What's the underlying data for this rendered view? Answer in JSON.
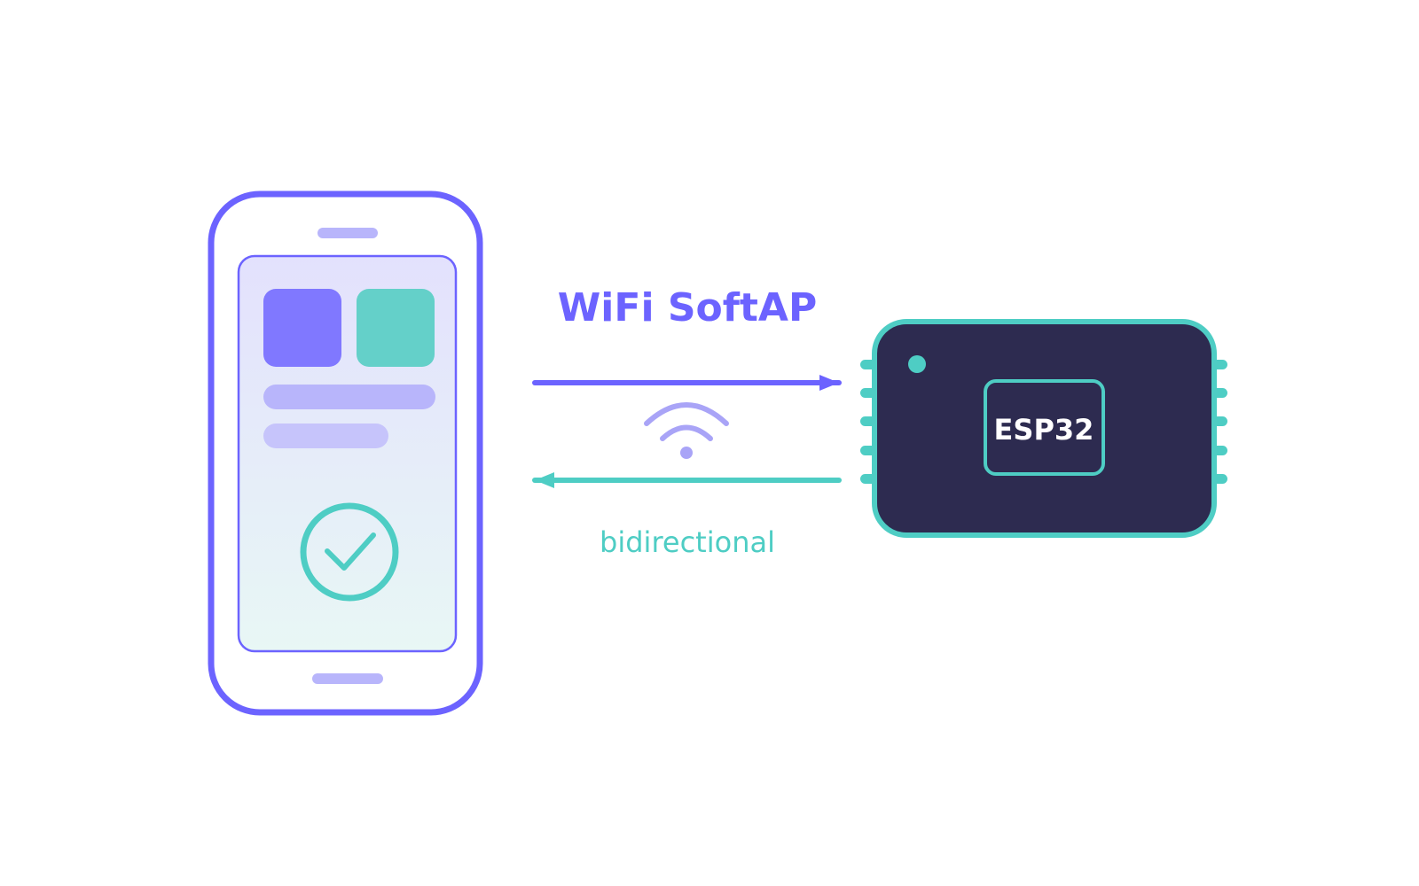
{
  "link": {
    "title": "WiFi SoftAP",
    "subtitle": "bidirectional"
  },
  "device": {
    "chip_label": "ESP32"
  },
  "icons": {
    "phone": "smartphone-icon",
    "wifi": "wifi-icon",
    "check": "check-circle-icon",
    "board": "microcontroller-board-icon"
  },
  "colors": {
    "primary": "#6c63ff",
    "accent": "#4ecdc4",
    "board": "#2d2b50",
    "soft": "#b8b5fb",
    "white": "#ffffff"
  }
}
